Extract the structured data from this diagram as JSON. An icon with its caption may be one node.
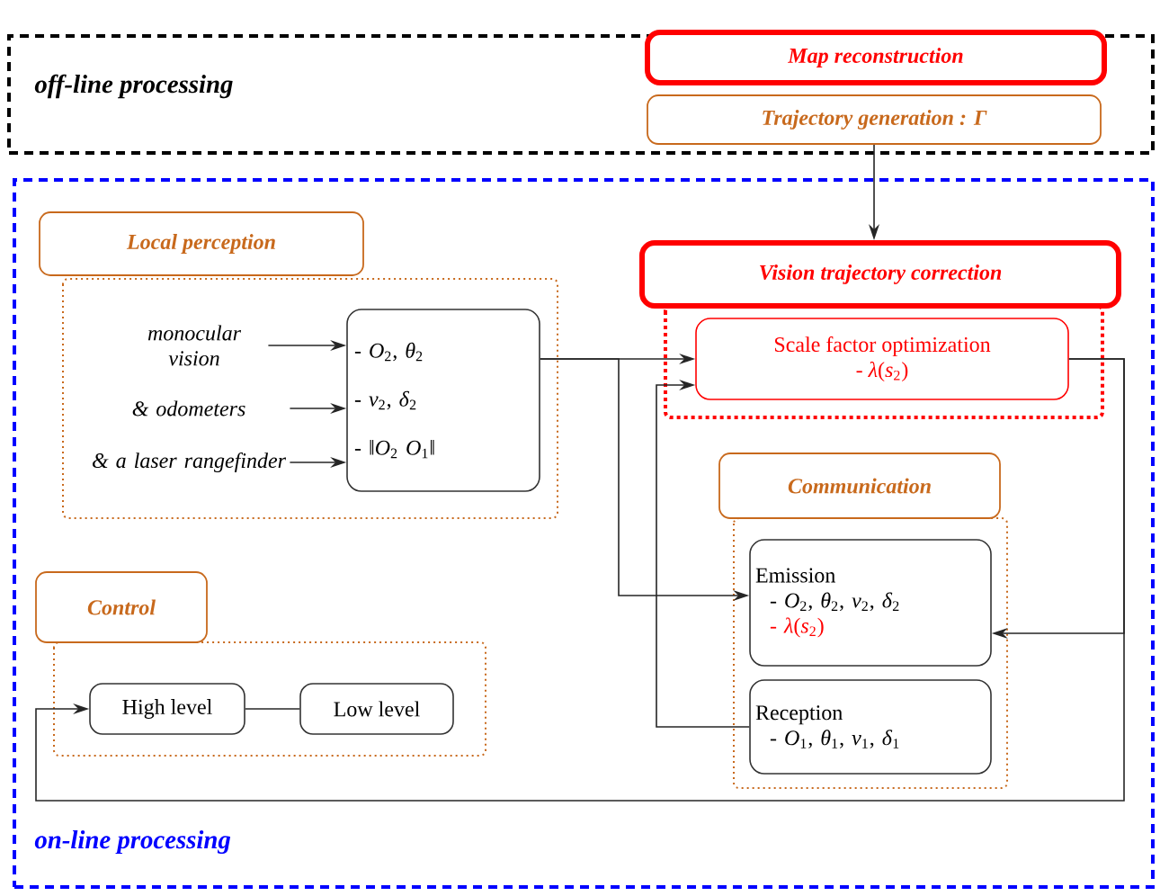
{
  "diagram": {
    "nodes": [
      {
        "text": [
          "off-line processing"
        ]
      },
      {
        "text": [
          "Map reconstruction"
        ],
        "in": 0
      },
      {
        "text": [
          "Trajectory generation : Γ"
        ],
        "in": 0
      },
      {
        "text": [
          "on-line processing"
        ]
      },
      {
        "text": [
          "Local perception"
        ],
        "in": 3
      },
      {
        "text": [
          "monocular vision"
        ],
        "in": 4
      },
      {
        "text": [
          "& odometers"
        ],
        "in": 4
      },
      {
        "text": [
          "& a laser rangefinder"
        ],
        "in": 4
      },
      {
        "text": [
          "- *O*$_{2}$, *θ*$_{2}$",
          "- *v*$_{2}$, *δ*$_{2}$",
          "- ‖*O*$_{2}$ *O*$_{1}$‖"
        ],
        "in": 4
      },
      {
        "text": [
          "Vision trajectory correction"
        ],
        "in": 3
      },
      {
        "text": [
          "Scale factor optimization",
          "- *λ*(*s*$_{2}$)"
        ],
        "in": 9
      },
      {
        "text": [
          "Communication"
        ],
        "in": 3
      },
      {
        "text": [
          "Emission",
          "- *O*$_{2}$, *θ*$_{2}$, *v*$_{2}$, *δ*$_{2}$",
          "- *λ*(*s*$_{2}$)"
        ],
        "in": 11
      },
      {
        "text": [
          "Reception",
          "- *O*$_{1}$, *θ*$_{1}$, *v*$_{1}$, *δ*$_{1}$"
        ],
        "in": 11
      },
      {
        "text": [
          "Control"
        ],
        "in": 3
      },
      {
        "text": [
          "High level"
        ],
        "in": 14
      },
      {
        "text": [
          "Low level"
        ],
        "in": 14
      }
    ],
    "edges": [
      {
        "from": 5,
        "to": 8,
        "arrow": "to"
      },
      {
        "from": 6,
        "to": 8,
        "arrow": "to"
      },
      {
        "from": 7,
        "to": 8,
        "arrow": "to"
      },
      {
        "from": 2,
        "to": 9,
        "arrow": "to"
      },
      {
        "from": 8,
        "to": 10,
        "arrow": "to"
      },
      {
        "from": 8,
        "to": 12,
        "arrow": "to"
      },
      {
        "from": 13,
        "to": 10,
        "arrow": "to"
      },
      {
        "from": 10,
        "to": 12,
        "arrow": "to"
      },
      {
        "from": 10,
        "to": 15,
        "arrow": "to"
      },
      {
        "from": 15,
        "to": 16,
        "arrow": "none"
      }
    ]
  }
}
